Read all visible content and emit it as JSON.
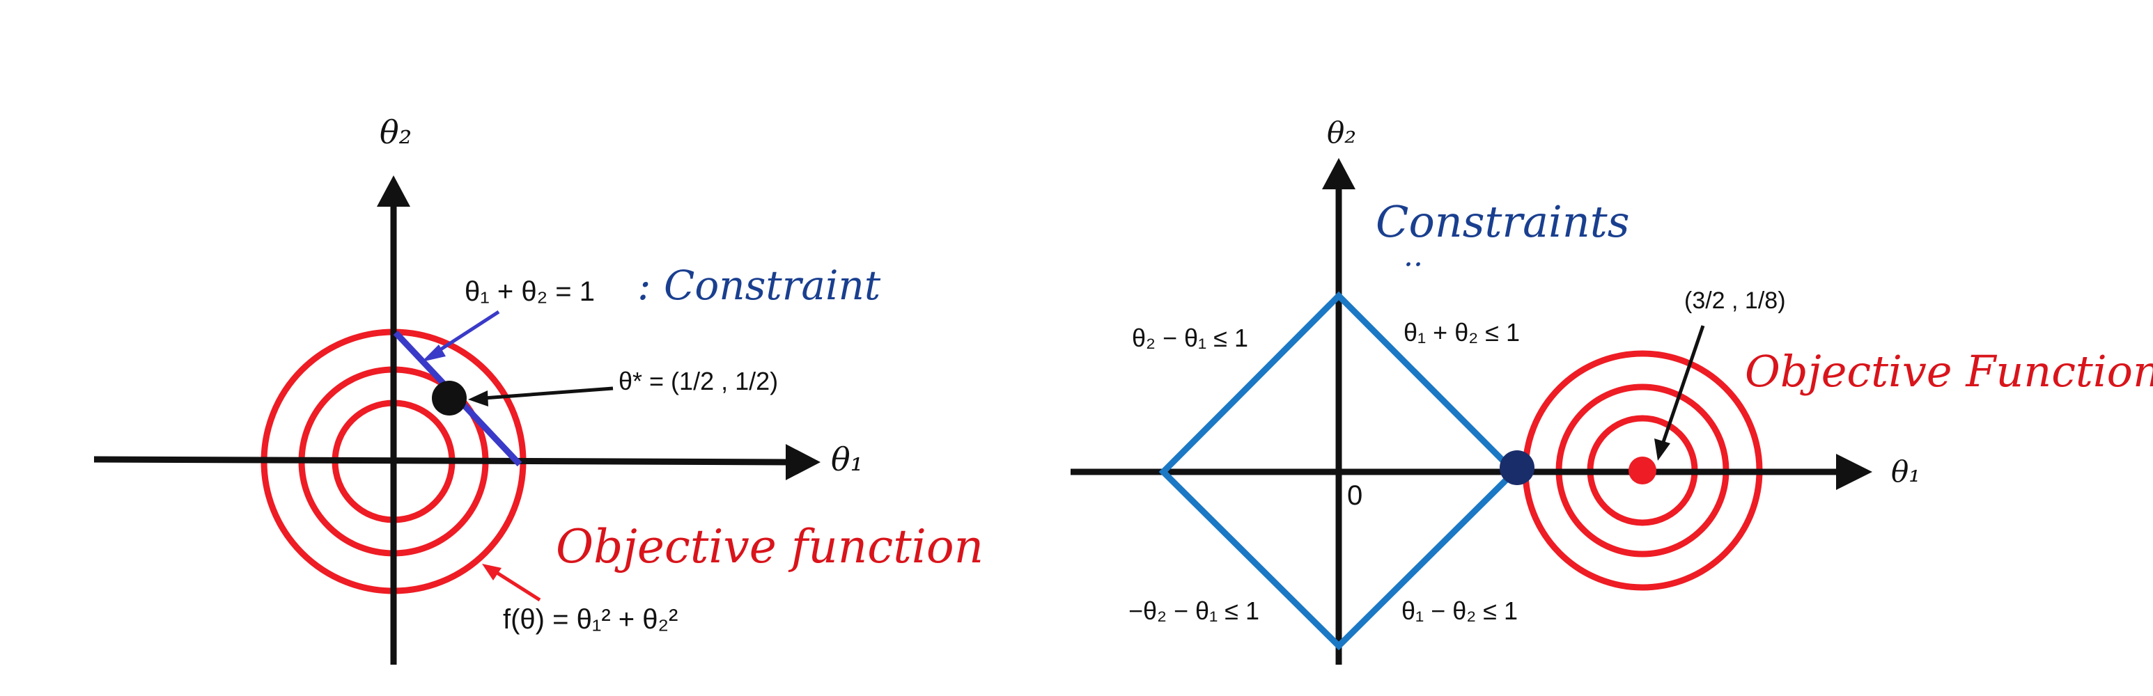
{
  "left_diagram": {
    "axis_x_label": "θ₁",
    "axis_y_label": "θ₂",
    "constraint_equation": "θ₁ + θ₂ = 1",
    "constraint_note": ": Constraint",
    "optimum_label": "θ* = (1/2 , 1/2)",
    "objective_note": "Objective function",
    "objective_formula": "f(θ) = θ₁² + θ₂²"
  },
  "right_diagram": {
    "axis_x_label": "θ₁",
    "axis_y_label": "θ₂",
    "origin_label": "0",
    "constraints_note": "Constraints",
    "constraints_colon": "..",
    "ineq_top_left": "θ₂ − θ₁ ≤ 1",
    "ineq_top_right": "θ₁ + θ₂ ≤ 1",
    "ineq_bottom_left": "−θ₂ − θ₁ ≤ 1",
    "ineq_bottom_right": "θ₁ − θ₂ ≤ 1",
    "center_label": "(3/2 , 1/8)",
    "objective_note": "Objective Function"
  },
  "colors": {
    "axis": "#111111",
    "contour": "#ee1c24",
    "constraint_line": "#3a3ac8",
    "diamond": "#1b78c4",
    "handwriting_blue": "#1a3f8f",
    "handwriting_red": "#d9141b",
    "optimum_left": "#111111",
    "optimum_right": "#1a2d6b",
    "center_dot": "#ee1c24"
  }
}
